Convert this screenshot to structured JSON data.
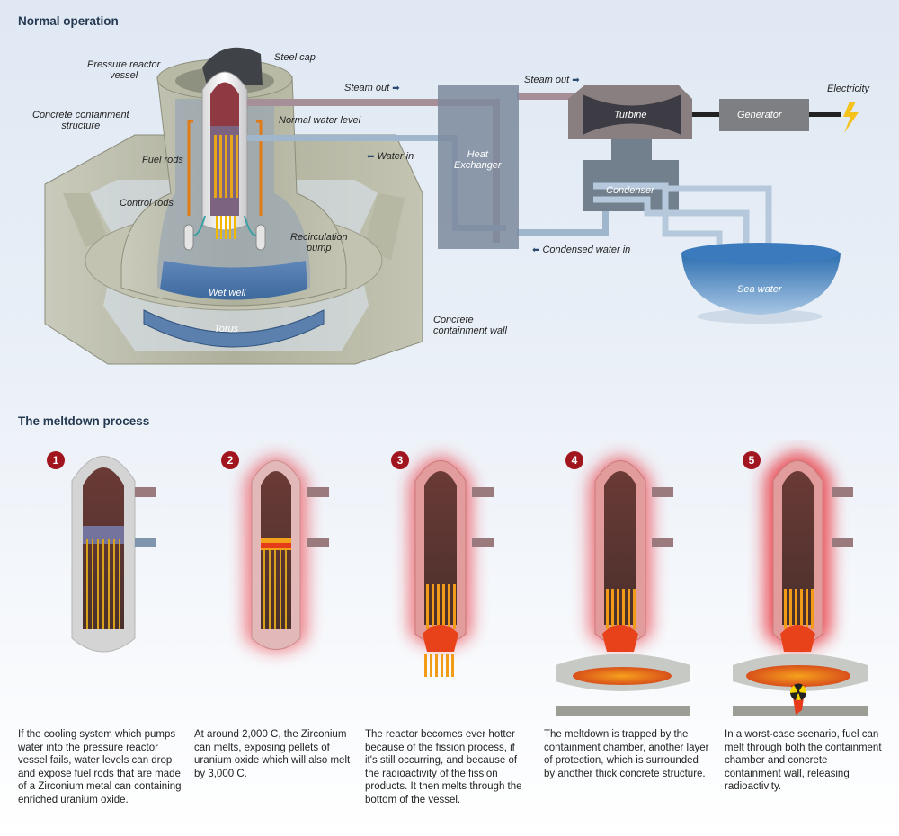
{
  "normal": {
    "title": "Normal operation",
    "labels": {
      "pressure_vessel": "Pressure reactor\nvessel",
      "steel_cap": "Steel cap",
      "concrete_structure": "Concrete containment\nstructure",
      "water_level": "Normal water level",
      "fuel_rods": "Fuel rods",
      "control_rods": "Control rods",
      "recirculation_pump": "Recirculation\npump",
      "wet_well": "Wet well",
      "torus": "Torus",
      "concrete_wall": "Concrete\ncontainment wall",
      "steam_out_1": "Steam out",
      "steam_out_2": "Steam out",
      "water_in": "Water in",
      "heat_exchanger": "Heat\nExchanger",
      "turbine": "Turbine",
      "generator": "Generator",
      "electricity": "Electricity",
      "condenser": "Condenser",
      "condensed_water_in": "Condensed water in",
      "sea_water": "Sea water"
    }
  },
  "meltdown": {
    "title": "The meltdown process",
    "steps": [
      {
        "number": "1",
        "text": "If the cooling system which pumps water into the pressure reactor vessel fails, water levels can drop and expose fuel rods that are made of a Zirconium metal can containing enriched uranium oxide."
      },
      {
        "number": "2",
        "text": "At around 2,000 C, the Zirconium can melts, exposing pellets of uranium oxide which will also melt by 3,000 C."
      },
      {
        "number": "3",
        "text": "The reactor becomes ever hotter because of the fission process, if it's still occurring, and because of the radioactivity of the fission products. It then melts through the bottom of the vessel."
      },
      {
        "number": "4",
        "text": "The meltdown is trapped by the containment chamber, another layer of protection, which is surrounded by another thick concrete structure."
      },
      {
        "number": "5",
        "text": "In a worst-case scenario, fuel can melt through both the containment chamber and concrete containment wall, releasing radioactivity."
      }
    ]
  },
  "colors": {
    "badge": "#a1161e",
    "concrete": "#b9bba9",
    "pipe_hot": "#9b8a90",
    "pipe_cold": "#9fb6cc",
    "sea": "#2f72b4",
    "glow": "#e8242a"
  },
  "icons": [
    "lightning-icon",
    "arrow-right-icon",
    "arrow-left-icon",
    "radiation-icon"
  ]
}
